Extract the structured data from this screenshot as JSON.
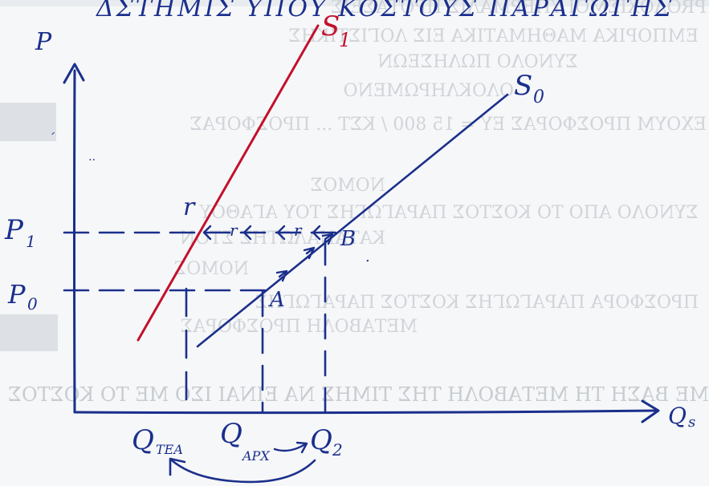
{
  "heading_scribble": "ΔΣΤΗΜΙΣ ΥΠΟΥ ΚΟΣΤΟΥΣ ΠΑΡΑΓΩΓΗΣ",
  "axes": {
    "vertical_label": "P",
    "horizontal_label": "Q",
    "horizontal_suffix": "s"
  },
  "curves": {
    "s1": "S",
    "s1_sub": "1",
    "s0": "S",
    "s0_sub": "0"
  },
  "price_labels": {
    "p1": "P",
    "p1_sub": "1",
    "p0": "P",
    "p0_sub": "0"
  },
  "points": {
    "a": "A",
    "b": "B"
  },
  "quantity_labels": {
    "q_tea": "Q",
    "q_tea_sub": "ΤΕΑ",
    "q_apx": "Q",
    "q_apx_sub": "ΑΡΧ",
    "q2": "Q",
    "q2_sub": "2"
  },
  "bleed_through": [
    "ΡRΟΛΟΧΙΣΜΟΙ ΥΠΕΡΜΑΛΙΣ ΠΡΟΤΑΣΕΙΣ",
    "ΕΜΠΟΡΙΚΑ ΜΑΘΗΜΑΤΙΚΑ ΕΙΣ ΛΟΓΙΣΤΙΚΗΣ",
    "ΣΥΝΟΛΟ ΠΩΛΗΣΕΩΝ",
    "ΕΧΟΥΜ ΠΡΟΣΦΟΡΑΣ ΕΥ = 15 800 / ΚΣΤ ... ΠΡΟΣΦΟΡΑΣ",
    "ΟΛΟΚΛΗΡΩΜΕΝΟ",
    "ΣΥΝΟΛΟ ΑΠΟ ΤΟ ΚΟΣΤΟΣ ΠΑΡΑΓΩΓΗΣ ΤΟΥ ΑΓΑΘΟΥ",
    "ΚΑΤΑΝΑΛΩΤΗΣ ΣΤΟΝ",
    "ΝΟΜΟΣ",
    "ΠΡΟΣΦΟΡΑ ΠΑΡΑΓΩΓΗΣ ΚΟΣΤΟΣ ΠΑΡΑΓΩΓΗΣ",
    "ΜΕΤΑΒΟΛΗ ΠΡΟΣΦΟΡΑΣ",
    "ΜΕ ΒΑΣΗ ΤΗ ΜΕΤΑΒΟΛΗ ΤΗΣ ΤΙΜΗΣ ΝΑ ΕΙΝΑΙ ΙΣΟ ΜΕ ΤΟ ΚΟΣΤΟΣ"
  ],
  "colors": {
    "ink_blue": "#1a2f8c",
    "ink_red": "#c3112e",
    "paper": "#f6f7f8",
    "bleed_gray": "#c9ced4"
  }
}
